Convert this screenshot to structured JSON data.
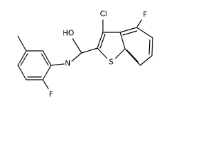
{
  "molecule": {
    "atoms": {
      "hydroxyl": "HO",
      "nitrogen": "N",
      "chlorine": "Cl",
      "fluorine_right": "F",
      "sulfur": "S",
      "fluorine_bottom": "F"
    }
  }
}
